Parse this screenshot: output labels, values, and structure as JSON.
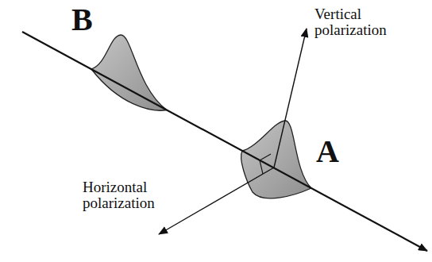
{
  "diagram": {
    "labels": [
      "B",
      "Vertical polarization",
      "A",
      "Horizontal polarization"
    ]
  }
}
